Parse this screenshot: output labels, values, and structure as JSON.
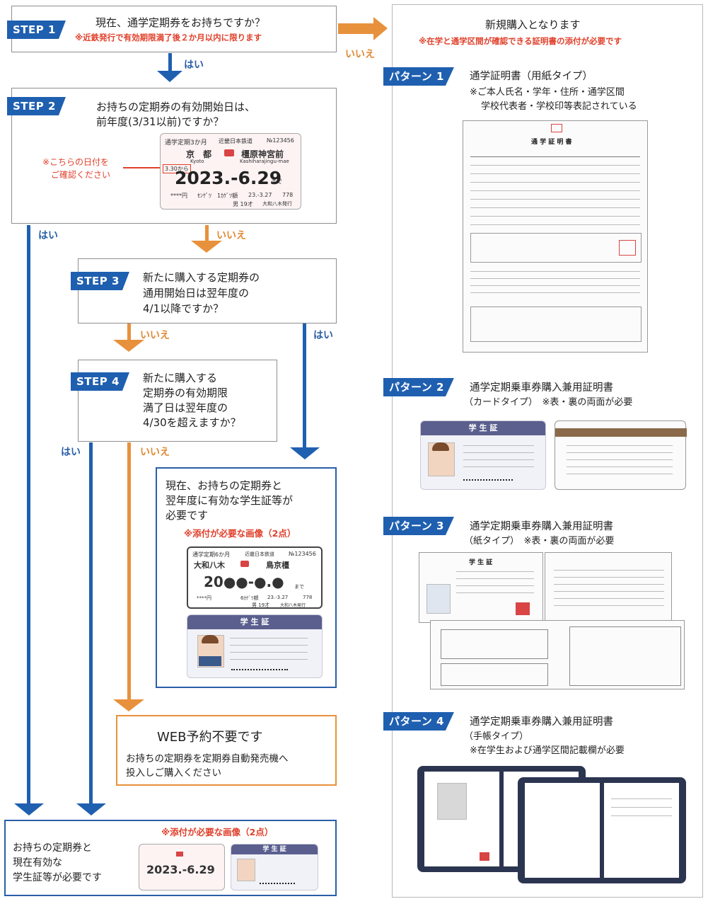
{
  "step1": {
    "tag": "STEP 1",
    "question": "現在、通学定期券をお持ちですか？",
    "note": "※近鉄発行で有効期限満了後２か月以内に限ります",
    "yes": "はい",
    "no": "いいえ"
  },
  "step2": {
    "tag": "STEP 2",
    "question_line1": "お持ちの定期券の有効開始日は、",
    "question_line2": "前年度(3/31以前)ですか？",
    "note_line1": "※こちらの日付を",
    "note_line2": "ご確認ください",
    "yes": "はい",
    "no": "いいえ"
  },
  "ticket1": {
    "header": "通学定期3か月",
    "issuer": "近畿日本鉄道",
    "number": "№123456",
    "from": "京　都",
    "from_kana": "Kyoto",
    "to": "橿原神宮前",
    "to_kana": "Kashiharajingu-mae",
    "start": "3.30から",
    "expiry": "2023.-6.29",
    "expiry_suffix": "まで",
    "price": "****円",
    "fare_col": "ｾﾝｹﾞﾂ",
    "tax": "1ｶｹﾞﾂ額",
    "issued": "23.-3.27",
    "code": "778",
    "holder": "男 19才",
    "office": "大和八木発行"
  },
  "step3": {
    "tag": "STEP 3",
    "question_line1": "新たに購入する定期券の",
    "question_line2": "通用開始日は翌年度の",
    "question_line3": "4/1以降ですか？",
    "yes": "はい",
    "no": "いいえ"
  },
  "step4": {
    "tag": "STEP 4",
    "question_line1": "新たに購入する",
    "question_line2": "定期券の有効期限",
    "question_line3": "満了日は翌年度の",
    "question_line4": "4/30を超えますか？",
    "yes": "はい",
    "no": "いいえ"
  },
  "resultA": {
    "line1": "現在、お持ちの定期券と",
    "line2": "翌年度に有効な学生証等が",
    "line3": "必要です",
    "attach": "※添付が必要な画像（2点）"
  },
  "ticket2": {
    "header": "通学定期6か月",
    "issuer": "近畿日本鉄道",
    "number": "№123456",
    "from": "大和八木",
    "to": "鳥京橿",
    "expiry": "20●●-●.●",
    "suffix": "まで",
    "price": "****円",
    "tax": "6ｶｹﾞﾂ額",
    "issued": "23.-3.27",
    "code": "778",
    "holder": "男 19才",
    "office": "大和八木発行"
  },
  "student_card_title": "学 生 証",
  "resultB": {
    "title": "WEB予約不要です",
    "line1": "お持ちの定期券を定期券自動発売機へ",
    "line2": "投入しご購入ください"
  },
  "resultC": {
    "attach": "※添付が必要な画像（2点）",
    "line1": "お持ちの定期券と",
    "line2": "現在有効な",
    "line3": "学生証等が必要です",
    "expiry": "2023.-6.29"
  },
  "newpurchase": {
    "title": "新規購入となります",
    "note": "※在学と通学区間が確認できる証明書の添付が必要です"
  },
  "pattern1": {
    "tag": "パターン 1",
    "title": "通学証明書（用紙タイプ）",
    "sub1": "※ご本人氏名・学年・住所・通学区間",
    "sub2": "学校代表者・学校印等表記されている",
    "doc_title": "通 学 証 明 書"
  },
  "pattern2": {
    "tag": "パターン 2",
    "title": "通学定期乗車券購入兼用証明書",
    "sub": "（カードタイプ）　※表・裏の両面が必要"
  },
  "pattern3": {
    "tag": "パターン 3",
    "title": "通学定期乗車券購入兼用証明書",
    "sub": "（紙タイプ）　※表・裏の両面が必要",
    "doc_head": "学 生 証"
  },
  "pattern4": {
    "tag": "パターン 4",
    "title": "通学定期乗車券購入兼用証明書",
    "sub1": "（手帳タイプ）",
    "sub2": "※在学生および通学区間記載欄が必要"
  },
  "colors": {
    "blue": "#2a5fa8",
    "tag_blue": "#1f5fb0",
    "orange": "#e8913c",
    "red": "#e0402b"
  }
}
